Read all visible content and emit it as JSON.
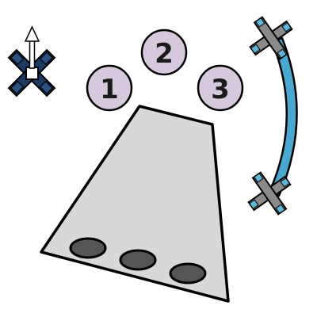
{
  "canvas": {
    "background": "#ffffff"
  },
  "palette": {
    "outline": "#000000",
    "circle_fill": "#d6c9de",
    "body_fill": "#d8d8d8",
    "hole_fill": "#555555",
    "x_marker_fill": "#1e3a63",
    "x_marker_center_fill": "#ffffff",
    "arrow_fill": "#ffffff",
    "slider_track_fill": "#4aa8d0",
    "slider_handle_fill": "#8a8a8a",
    "slider_handle_tip_fill": "#5fb6d8"
  },
  "icons": {
    "left_marker": "x-marker-with-up-arrow-icon",
    "slider_handle": "cross-handle-icon"
  },
  "number_buttons": [
    {
      "label": "1"
    },
    {
      "label": "2"
    },
    {
      "label": "3"
    }
  ],
  "holes": [
    {
      "label": ""
    },
    {
      "label": ""
    },
    {
      "label": ""
    }
  ]
}
